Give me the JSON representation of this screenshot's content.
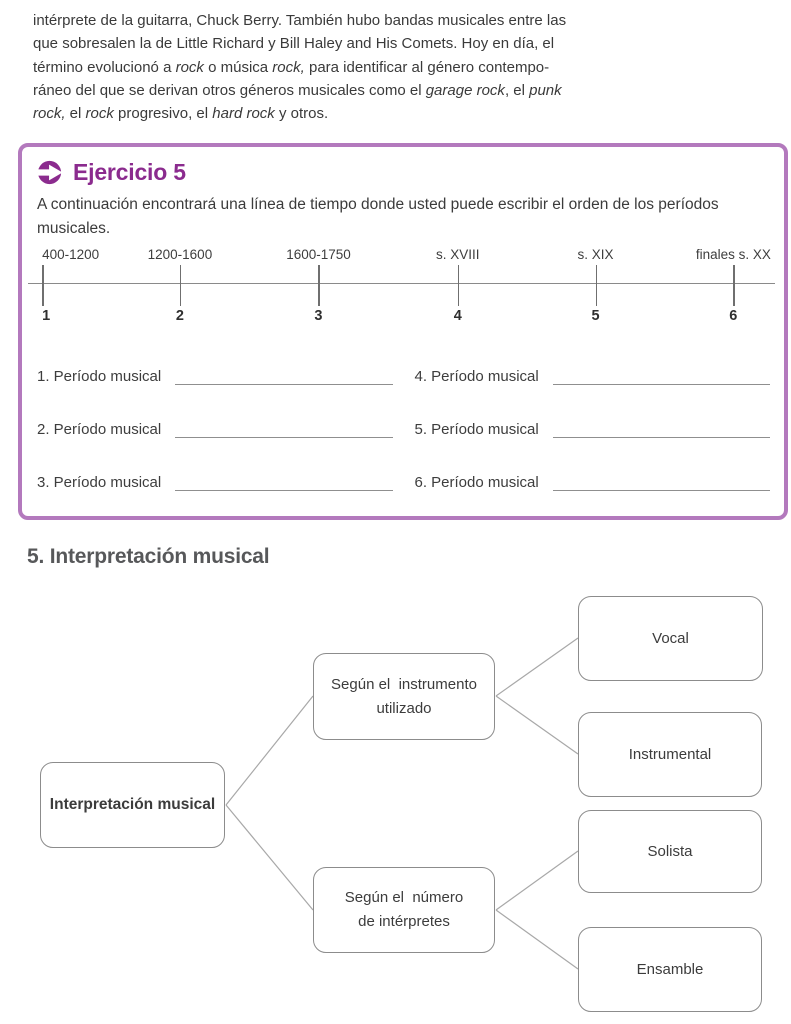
{
  "intro": {
    "lines": [
      [
        "intérprete de la guitarra, Chuck Berry. También hubo bandas musicales entre las"
      ],
      [
        "que sobresalen la de Little Richard y Bill Haley and His Comets. Hoy en día, el"
      ],
      [
        "término evolucionó a ",
        "rock",
        " o música ",
        "rock,",
        " para identificar al género contempo-"
      ],
      [
        "ráneo del que se derivan otros géneros musicales como el ",
        "garage rock",
        ", el ",
        "punk"
      ],
      [
        "rock,",
        " el ",
        "rock",
        " progresivo, el ",
        "hard rock",
        " y otros."
      ]
    ]
  },
  "exercise": {
    "icon": "circled-right-arrow",
    "title": "Ejercicio 5",
    "description": "A continuación encontrará una línea de tiempo donde usted puede escribir el orden de los períodos musicales.",
    "timeline": {
      "items": [
        {
          "period": "400-1200",
          "number": "1"
        },
        {
          "period": "1200-1600",
          "number": "2"
        },
        {
          "period": "1600-1750",
          "number": "3"
        },
        {
          "period": "s. XVIII",
          "number": "4"
        },
        {
          "period": "s. XIX",
          "number": "5"
        },
        {
          "period": "finales s. XX",
          "number": "6"
        }
      ]
    },
    "rows": [
      "1. Período musical",
      "4. Período musical",
      "2. Período musical",
      "5. Período musical",
      "3. Período musical",
      "6. Período musical"
    ]
  },
  "section": {
    "heading": "5. Interpretación musical"
  },
  "diagram": {
    "root": "Interpretación musical",
    "branches": [
      {
        "line1": "Según el  instrumento",
        "line2": "utilizado"
      },
      {
        "line1": "Según el  número",
        "line2": "de intérpretes"
      }
    ],
    "leaves": [
      "Vocal",
      "Instrumental",
      "Solista",
      "Ensamble"
    ]
  },
  "colors": {
    "accent_purple": "#8b2b8e",
    "box_border_purple": "#b379bd",
    "body_text": "#3b3b3b",
    "diagram_border_gray": "#8c8c8c"
  }
}
